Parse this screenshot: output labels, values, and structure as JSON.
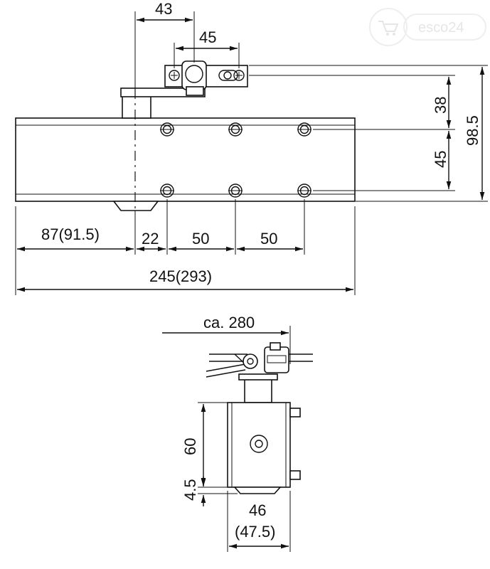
{
  "watermark": "esco24",
  "top_view": {
    "dim_top_43": "43",
    "dim_top_45": "45",
    "dim_right_38": "38",
    "dim_right_45": "45",
    "dim_right_98_5": "98.5",
    "dim_bottom_87": "87(91.5)",
    "dim_bottom_22": "22",
    "dim_bottom_50a": "50",
    "dim_bottom_50b": "50",
    "dim_total": "245(293)"
  },
  "side_view": {
    "dim_ca": "ca. 280",
    "dim_60": "60",
    "dim_4_5": "4.5",
    "dim_46": "46",
    "dim_47_5": "(47.5)"
  }
}
